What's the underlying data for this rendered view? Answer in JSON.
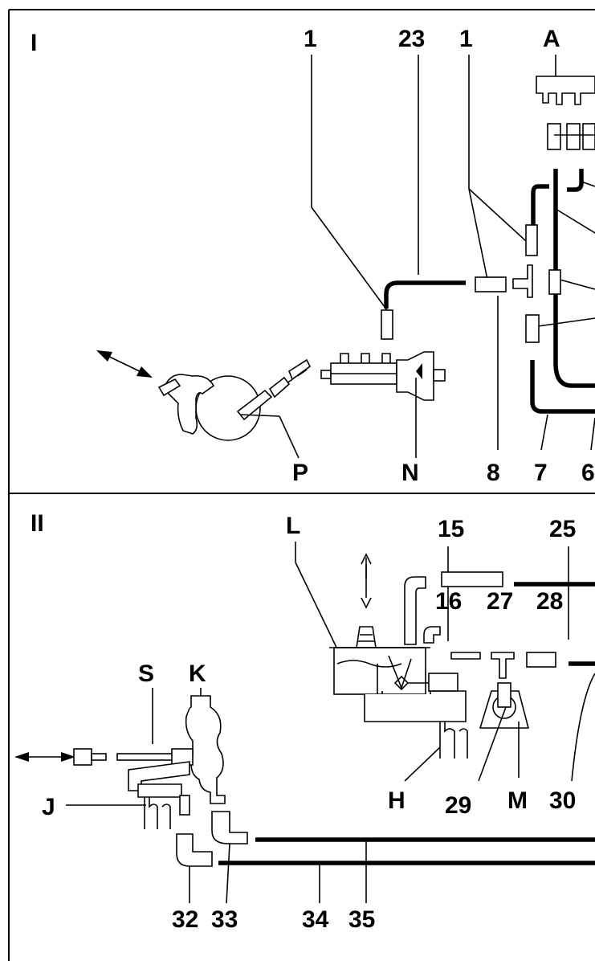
{
  "sections": [
    {
      "id": "I",
      "label": "I"
    },
    {
      "id": "II",
      "label": "II"
    }
  ],
  "labels_top": [
    "1",
    "23",
    "1",
    "A"
  ],
  "labels_mid": [
    "P",
    "N",
    "8",
    "7",
    "6"
  ],
  "labels_ii_top": [
    "L",
    "15",
    "25",
    "16",
    "27",
    "28"
  ],
  "labels_ii_mid": [
    "S",
    "K",
    "J",
    "H",
    "29",
    "M",
    "30"
  ],
  "labels_ii_bottom": [
    "32",
    "33",
    "34",
    "35"
  ],
  "colors": {
    "ink": "#000000",
    "paper": "#ffffff"
  }
}
